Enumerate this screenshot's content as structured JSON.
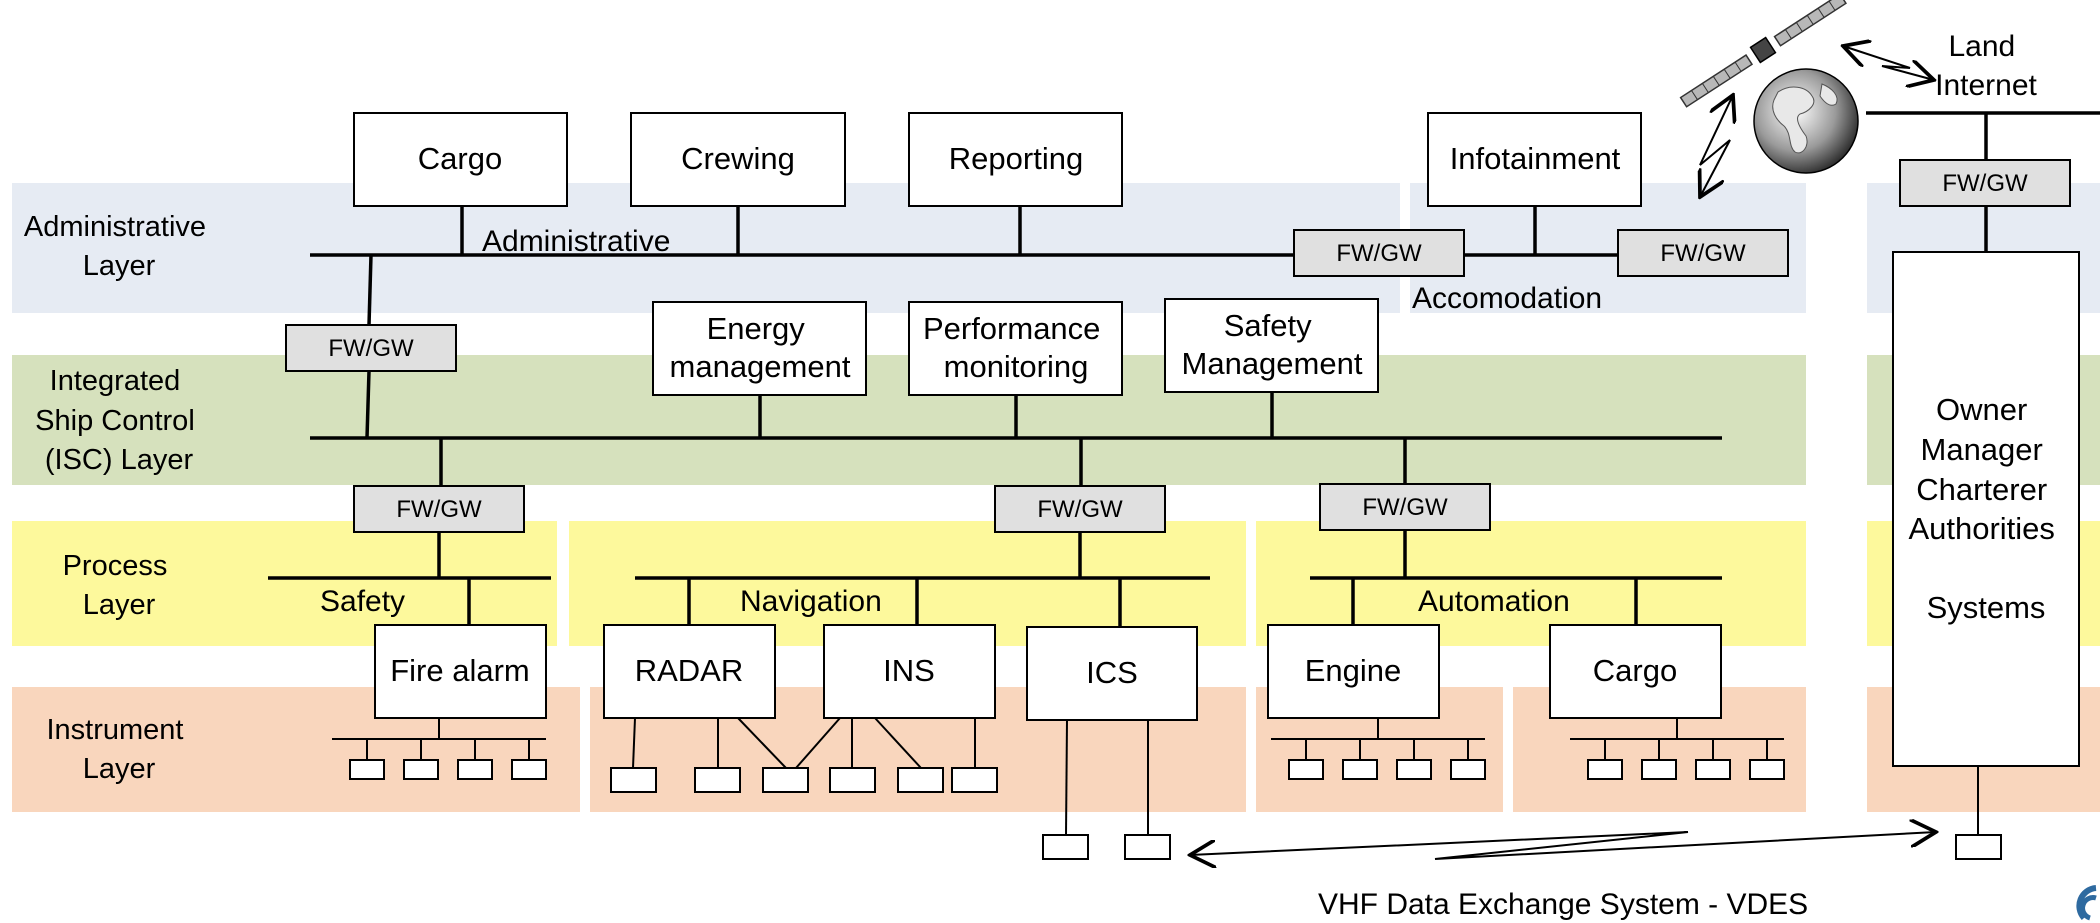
{
  "colors": {
    "administrative": "#e6ebf3",
    "isc": "#d6e1bd",
    "process": "#fdf99c",
    "instrument": "#f9d6bd",
    "fw_fill": "#e0e0e0",
    "logo": "#2e6aa0"
  },
  "layers": {
    "administrative": [
      "Administrative",
      "Layer"
    ],
    "isc": [
      "Integrated",
      "Ship Control",
      "(ISC) Layer"
    ],
    "process": [
      "Process",
      "Layer"
    ],
    "instrument": [
      "Instrument",
      "Layer"
    ]
  },
  "admin_systems": {
    "cargo": "Cargo",
    "crewing": "Crewing",
    "reporting": "Reporting",
    "infotainment": "Infotainment"
  },
  "buses": {
    "administrative": "Administrative",
    "accommodation": "Accomodation",
    "safety": "Safety",
    "navigation": "Navigation",
    "automation": "Automation"
  },
  "isc_systems": {
    "energy": [
      "Energy",
      "management"
    ],
    "performance": [
      "Performance",
      "monitoring"
    ],
    "safety_mgmt": [
      "Safety",
      "Management"
    ]
  },
  "gateway_label": "FW/GW",
  "process_systems": {
    "fire_alarm": "Fire alarm",
    "radar": "RADAR",
    "ins": "INS",
    "ics": "ICS",
    "engine": "Engine",
    "cargo": "Cargo"
  },
  "shore": {
    "land_internet": [
      "Land",
      "Internet"
    ],
    "owner_box": [
      "Owner",
      "Manager",
      "Charterer",
      "Authorities",
      "",
      "Systems"
    ]
  },
  "vdes_label": "VHF Data Exchange System - VDES",
  "icons": [
    "satellite-icon",
    "globe-icon",
    "logo-icon"
  ]
}
